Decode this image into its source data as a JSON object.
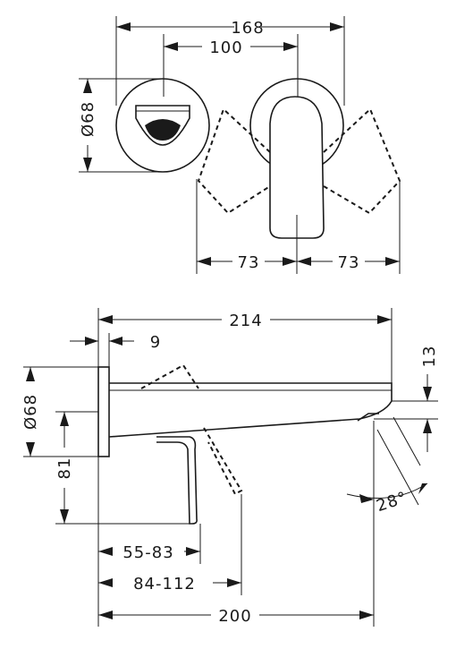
{
  "top_view": {
    "overall_width": "168",
    "center_distance": "100",
    "rosette_diameter": "Ø68",
    "swing_left": "73",
    "swing_right": "73"
  },
  "side_view": {
    "spout_projection": "214",
    "rosette_depth": "9",
    "spout_height": "13",
    "rosette_diameter": "Ø68",
    "lever_height": "81",
    "wall_range_short": "55-83",
    "wall_range_long": "84-112",
    "overall_length": "200",
    "jet_angle": "28°"
  },
  "colors": {
    "line": "#1a1a1a",
    "background": "#ffffff"
  }
}
